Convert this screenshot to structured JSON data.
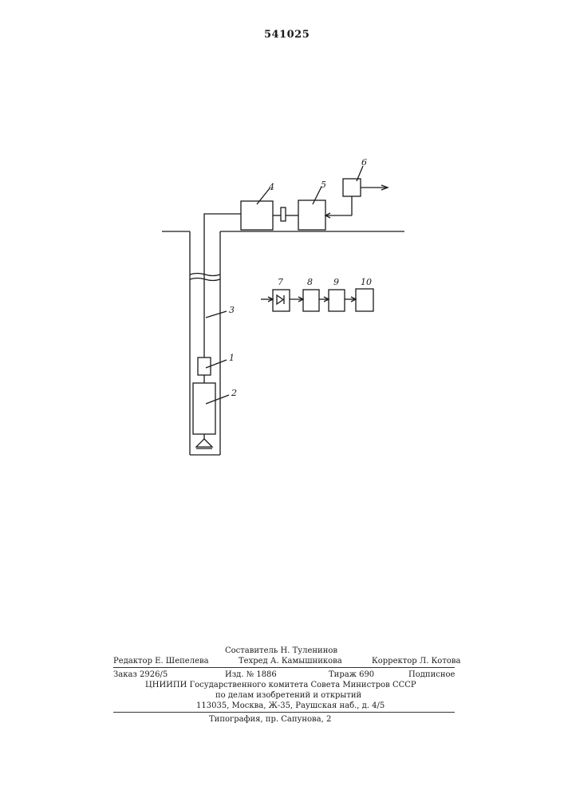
{
  "header": {
    "patent_number": "541025"
  },
  "figure": {
    "labels": [
      "1",
      "2",
      "3",
      "4",
      "5",
      "6",
      "7",
      "8",
      "9",
      "10"
    ]
  },
  "imprint": {
    "compiler": "Составитель Н. Туленинов",
    "editor": "Редактор Е. Шепелева",
    "techeditor": "Техред А. Камышникова",
    "corrector": "Корректор Л. Котова",
    "order": "Заказ 2926/5",
    "publication": "Изд. № 1886",
    "circulation": "Тираж 690",
    "subscription": "Подписное",
    "institute_line1": "ЦНИИПИ Государственного комитета Совета Министров СССР",
    "institute_line2": "по делам изобретений и открытий",
    "address": "113035, Москва, Ж-35, Раушская наб., д. 4/5",
    "printer": "Типография, пр. Сапунова, 2"
  }
}
